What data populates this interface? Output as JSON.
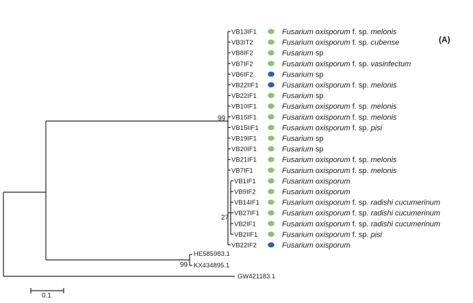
{
  "panel_label": "(A)",
  "scale_bar_label": "0.1",
  "bootstrap_values": [
    "99",
    "99",
    "27"
  ],
  "marker_colors": {
    "green": "#8dc07a",
    "blue": "#2f5fae"
  },
  "ingroup_leaves": [
    {
      "code": "VB13IF1",
      "marker": "green",
      "name": [
        [
          "Fusarium oxisporum",
          true
        ],
        [
          " f. sp. ",
          false
        ],
        [
          "melonis",
          true
        ]
      ]
    },
    {
      "code": "VB3IT2",
      "marker": "green",
      "name": [
        [
          "Fusarium oxisporum",
          true
        ],
        [
          " f. sp. ",
          false
        ],
        [
          "cubense",
          true
        ]
      ]
    },
    {
      "code": "VB8IF2",
      "marker": "green",
      "name": [
        [
          "Fusarium",
          true
        ],
        [
          " sp",
          false
        ]
      ]
    },
    {
      "code": "VB7IF2",
      "marker": "green",
      "name": [
        [
          "Fusarium oxisporum",
          true
        ],
        [
          " f. sp. ",
          false
        ],
        [
          "vasinfectum",
          true
        ]
      ]
    },
    {
      "code": "VB6IF2",
      "marker": "blue",
      "name": [
        [
          "Fusarium",
          true
        ],
        [
          " sp",
          false
        ]
      ]
    },
    {
      "code": "VB22IIF1",
      "marker": "blue",
      "name": [
        [
          "Fusarium oxisporum",
          true
        ],
        [
          " f. sp. ",
          false
        ],
        [
          "melonis",
          true
        ]
      ]
    },
    {
      "code": "VB22IF1",
      "marker": "green",
      "name": [
        [
          "Fusarium",
          true
        ],
        [
          " sp",
          false
        ]
      ]
    },
    {
      "code": "VB10IF1",
      "marker": "green",
      "name": [
        [
          "Fusarium oxisporum",
          true
        ],
        [
          " f. sp. ",
          false
        ],
        [
          "melonis",
          true
        ]
      ]
    },
    {
      "code": "VB15IF1",
      "marker": "green",
      "name": [
        [
          "Fusarium oxisporum",
          true
        ],
        [
          " f. sp. ",
          false
        ],
        [
          "melonis",
          true
        ]
      ]
    },
    {
      "code": "VB15IIF1",
      "marker": "green",
      "name": [
        [
          "Fusarium oxisporum",
          true
        ],
        [
          " f. sp. ",
          false
        ],
        [
          "pisi",
          true
        ]
      ]
    },
    {
      "code": "VB19IF1",
      "marker": "green",
      "name": [
        [
          "Fusarium",
          true
        ],
        [
          " sp",
          false
        ]
      ]
    },
    {
      "code": "VB20IF1",
      "marker": "green",
      "name": [
        [
          "Fusarium",
          true
        ],
        [
          " sp",
          false
        ]
      ]
    },
    {
      "code": "VB21IF1",
      "marker": "green",
      "name": [
        [
          "Fusarium oxisporum",
          true
        ],
        [
          " f. sp. ",
          false
        ],
        [
          "melonis",
          true
        ]
      ]
    },
    {
      "code": "VB7IF1",
      "marker": "green",
      "name": [
        [
          "Fusarium oxisporum",
          true
        ],
        [
          " f. sp. ",
          false
        ],
        [
          "melonis",
          true
        ]
      ]
    },
    {
      "code": "VB1IF1",
      "marker": "green",
      "name": [
        [
          "Fusarium oxisporum",
          true
        ]
      ]
    },
    {
      "code": "VB9IF2",
      "marker": "green",
      "name": [
        [
          "Fusarium oxisporum",
          true
        ]
      ]
    },
    {
      "code": "VB14IF1",
      "marker": "green",
      "name": [
        [
          "Fusarium oxisporum",
          true
        ],
        [
          " f. sp. ",
          false
        ],
        [
          "radishi cucumerinum",
          true
        ]
      ]
    },
    {
      "code": "VB27IF1",
      "marker": "green",
      "name": [
        [
          "Fusarium oxisporum",
          true
        ],
        [
          " f. sp. ",
          false
        ],
        [
          "radishi cucumerinum",
          true
        ]
      ]
    },
    {
      "code": "VB2IF1",
      "marker": "green",
      "name": [
        [
          "Fusarium oxisporum",
          true
        ],
        [
          " f. sp. ",
          false
        ],
        [
          "radishi cucumerinum",
          true
        ]
      ]
    },
    {
      "code": "VB2IIF1",
      "marker": "green",
      "name": [
        [
          "Fusarium oxisporum",
          true
        ],
        [
          " f. sp. ",
          false
        ],
        [
          "pisi",
          true
        ]
      ]
    },
    {
      "code": "VB22IF2",
      "marker": "blue",
      "name": [
        [
          "Fusarium oxisporum",
          true
        ]
      ]
    }
  ],
  "reference_leaves": [
    "HE585983.1",
    "KX434895.1",
    "GW421183.1"
  ]
}
